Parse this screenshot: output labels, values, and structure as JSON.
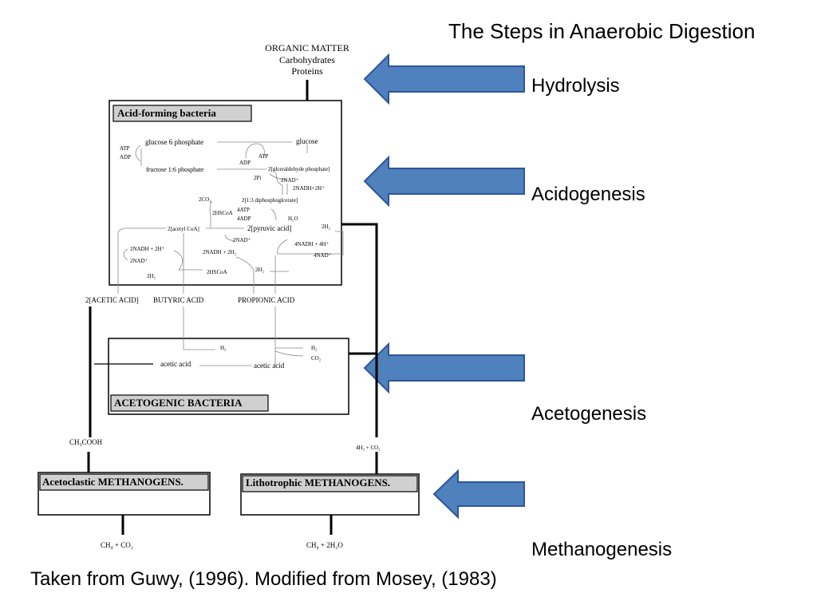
{
  "slide": {
    "title": "The Steps in Anaerobic Digestion",
    "citation": "Taken from Guwy, (1996). Modified from Mosey, (1983)"
  },
  "steps": {
    "hydrolysis": "Hydrolysis",
    "acidogenesis": "Acidogenesis",
    "acetogenesis": "Acetogenesis",
    "methanogenesis": "Methanogenesis"
  },
  "colors": {
    "arrow_fill": "#4f81bd",
    "arrow_stroke": "#2f5597",
    "label_box_fill": "#d0d0d0"
  },
  "diagram": {
    "organic_matter": "ORGANIC  MATTER",
    "carbohydrates": "Carbohydrates",
    "proteins": "Proteins",
    "acid_forming_bacteria": "Acid-forming  bacteria",
    "glucose_6_phosphate": "glucose  6  phosphate",
    "glucose": "glucose",
    "atp_left": "ATP",
    "adp_left": "ADP",
    "atp_right": "ATP",
    "adp_right": "ADP",
    "fructose": "fructose  1:6  phosphate",
    "glceraldehyde": "2[glceraldehyde  phosphate]",
    "two_pi": "2Pi",
    "two_nad_plus": "2NAD⁺",
    "two_nadh_2h": "2NADH+2H⁺",
    "two_co2": "2CO₂",
    "diphosphoglcerate": "2[1:3  diphosphoglcerate]",
    "two_hscoa": "2HSCoA",
    "four_atp": "4ATP",
    "four_adp": "4ADP",
    "h2o": "H₂O",
    "acetyl_coa": "2[acetyl  CoA]",
    "pyruvic_acid": "2[pyruvic  acid]",
    "two_h2_right": "2H₂",
    "two_nad_mid": "2NAD⁺",
    "four_nadh_4h": "4NADH  +  4H⁺",
    "two_nadh_2h_left": "2NADH  +  2H⁺",
    "two_nadh_2h2": "2NADH  +  2H₂",
    "four_nad": "4NAD⁺",
    "two_nad_left": "2NAD⁺",
    "two_h2_left": "2H₂",
    "two_hscoa_bottom": "2HSCoA",
    "two_h2_bottom": "2H₂",
    "acetic_acid_products": "2[ACETIC  ACID]",
    "butyric_acid": "BUTYRIC  ACID",
    "propionic_acid": "PROPIONIC  ACID",
    "h2_a": "H₂",
    "h2_b": "H₂",
    "co2_b": "CO₂",
    "acetic_acid_1": "acetic  acid",
    "acetic_acid_2": "acetic  acid",
    "acetogenic_bacteria": "ACETOGENIC  BACTERIA",
    "ch3cooh": "CH₃COOH",
    "h2_co2": "4H₂   +  CO₂",
    "acetoclastic": "Acetoclastic  METHANOGENS.",
    "lithotrophic": "Lithotrophic  METHANOGENS.",
    "ch4_co2": "CH₄   +  CO₂",
    "ch4_h2o": "CH₄   +  2H₂O"
  }
}
